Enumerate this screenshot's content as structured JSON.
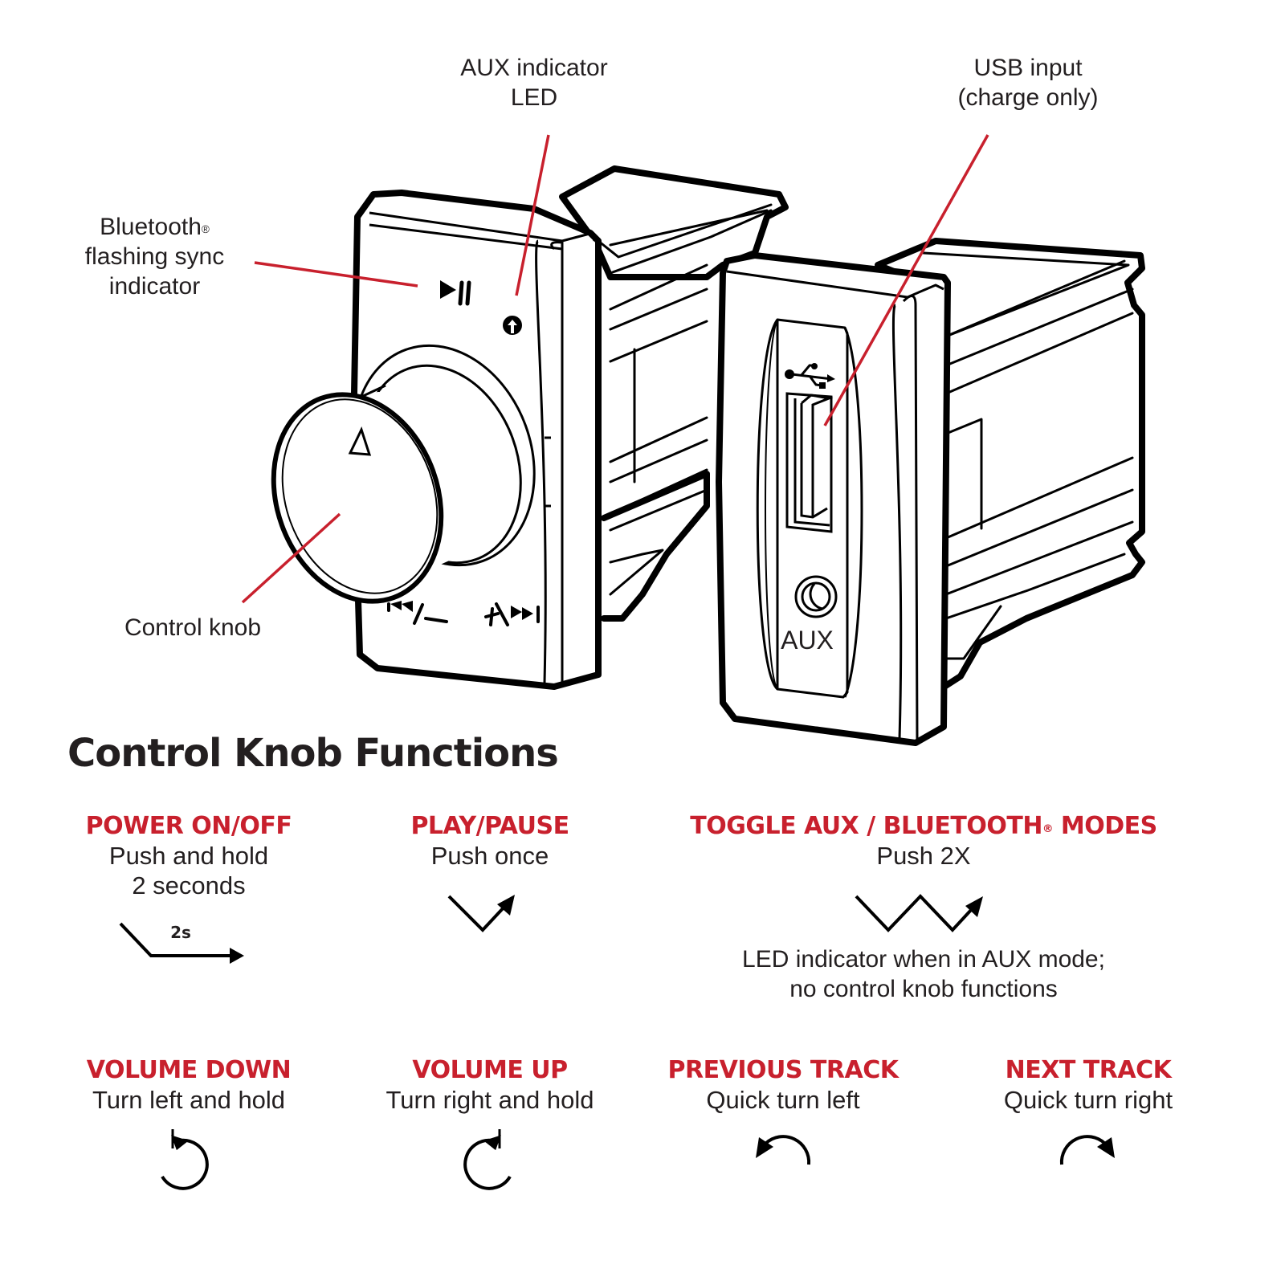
{
  "colors": {
    "accent": "#c8202d",
    "text": "#231f20",
    "line_art": "#000000",
    "background": "#ffffff"
  },
  "callouts": {
    "aux_led": {
      "line1": "AUX indicator",
      "line2": "LED"
    },
    "usb": {
      "line1": "USB input",
      "line2": "(charge only)"
    },
    "bluetooth": {
      "line1": "Bluetooth",
      "mark": "®",
      "line2": "flashing sync",
      "line3": "indicator"
    },
    "knob": {
      "label": "Control knob"
    }
  },
  "device": {
    "left_unit": {
      "icons": [
        "play-pause-icon",
        "aux-led-icon",
        "prev-volume-down-icon",
        "volume-up-next-icon",
        "knob-pointer-icon"
      ],
      "prev_label": "⏮/–",
      "next_label": "+/⏭"
    },
    "right_unit": {
      "icons": [
        "usb-symbol-icon",
        "usb-port-icon",
        "aux-jack-icon"
      ],
      "aux_label": "AUX"
    }
  },
  "section": {
    "title": "Control Knob Functions"
  },
  "functions": [
    {
      "title": "POWER ON/OFF",
      "desc": [
        "Push and hold",
        "2 seconds"
      ],
      "icon": "push-hold-arrow-icon",
      "icon_label": "2s"
    },
    {
      "title": "PLAY/PAUSE",
      "desc": [
        "Push once"
      ],
      "icon": "push-once-arrow-icon"
    },
    {
      "title": "TOGGLE AUX / BLUETOOTH",
      "title_mark": "®",
      "title_suffix": " MODES",
      "desc": [
        "Push 2X"
      ],
      "icon": "push-twice-arrow-icon",
      "note": [
        "LED indicator when in AUX mode;",
        "no control knob functions"
      ]
    },
    {
      "title": "VOLUME DOWN",
      "desc": [
        "Turn left and hold"
      ],
      "icon": "turn-left-hold-icon"
    },
    {
      "title": "VOLUME UP",
      "desc": [
        "Turn right and hold"
      ],
      "icon": "turn-right-hold-icon"
    },
    {
      "title": "PREVIOUS TRACK",
      "desc": [
        "Quick turn left"
      ],
      "icon": "quick-turn-left-icon"
    },
    {
      "title": "NEXT TRACK",
      "desc": [
        "Quick turn right"
      ],
      "icon": "quick-turn-right-icon"
    }
  ]
}
